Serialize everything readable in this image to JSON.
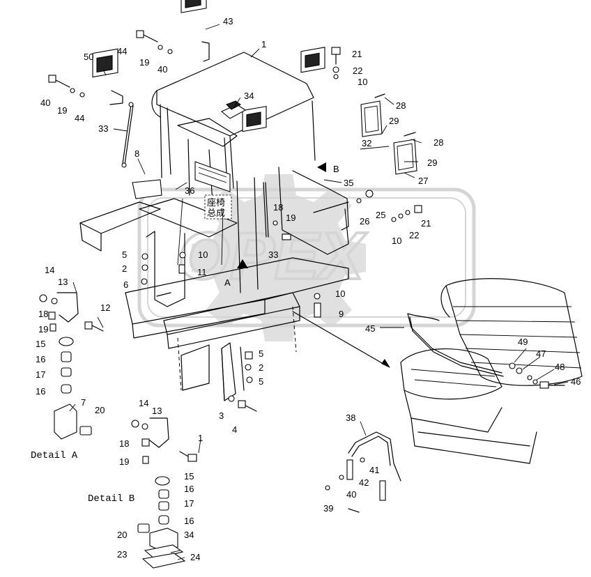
{
  "callouts": [
    "1",
    "2",
    "3",
    "4",
    "5",
    "6",
    "7",
    "8",
    "10",
    "11",
    "12",
    "13",
    "14",
    "15",
    "16",
    "17",
    "18",
    "19",
    "20",
    "21",
    "22",
    "23",
    "24",
    "25",
    "26",
    "27",
    "28",
    "29",
    "32",
    "33",
    "34",
    "35",
    "36",
    "38",
    "39",
    "40",
    "41",
    "42",
    "43",
    "44",
    "45",
    "46",
    "47",
    "48",
    "49",
    "50"
  ],
  "labels": {
    "detail_a": "Detail A",
    "detail_b": "Detail B",
    "view_a": "A",
    "view_b": "B",
    "chinese_1": "座椅",
    "chinese_2": "总成"
  },
  "callout_text": {
    "n43": "43",
    "n1": "1",
    "n21": "21",
    "n22": "22",
    "n10": "10",
    "n50": "50",
    "n44": "44",
    "n19": "19",
    "n40": "40",
    "n34": "34",
    "n28": "28",
    "n29": "29",
    "n32": "32",
    "n33": "33",
    "n8": "8",
    "n36": "36",
    "n35": "35",
    "n27": "27",
    "n18": "18",
    "n26": "26",
    "n25": "25",
    "n6": "6",
    "n2": "2",
    "n11": "11",
    "n14": "14",
    "n13": "13",
    "n12": "12",
    "n15": "15",
    "n16": "16",
    "n17": "17",
    "n5": "5",
    "n3": "3",
    "n4": "4",
    "n45": "45",
    "n49": "49",
    "n47": "47",
    "n48": "48",
    "n46": "46",
    "n7": "7",
    "n20": "20",
    "n38": "38",
    "n41": "41",
    "n42": "42",
    "n39": "39",
    "n23": "23",
    "n24": "24"
  },
  "watermark": "OPEX"
}
